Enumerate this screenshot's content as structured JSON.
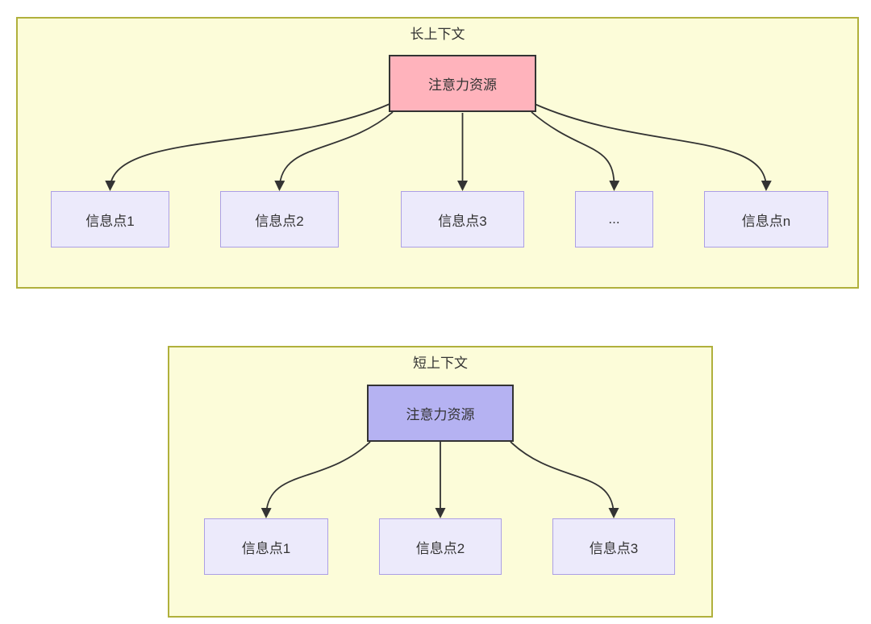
{
  "colors": {
    "page_background": "#ffffff",
    "group_fill": "#FCFCD9",
    "group_border": "#B0B03C",
    "long_root_fill": "#FFB3BC",
    "short_root_fill": "#B5B2F2",
    "root_border": "#333333",
    "leaf_fill": "#ECEAFB",
    "leaf_border": "#AC9FE5",
    "edge_color": "#333333",
    "text_color": "#333333"
  },
  "diagrams": [
    {
      "title": "长上下文",
      "root": {
        "label": "注意力资源"
      },
      "children": [
        {
          "label": "信息点1"
        },
        {
          "label": "信息点2"
        },
        {
          "label": "信息点3"
        },
        {
          "label": "..."
        },
        {
          "label": "信息点n"
        }
      ]
    },
    {
      "title": "短上下文",
      "root": {
        "label": "注意力资源"
      },
      "children": [
        {
          "label": "信息点1"
        },
        {
          "label": "信息点2"
        },
        {
          "label": "信息点3"
        }
      ]
    }
  ]
}
